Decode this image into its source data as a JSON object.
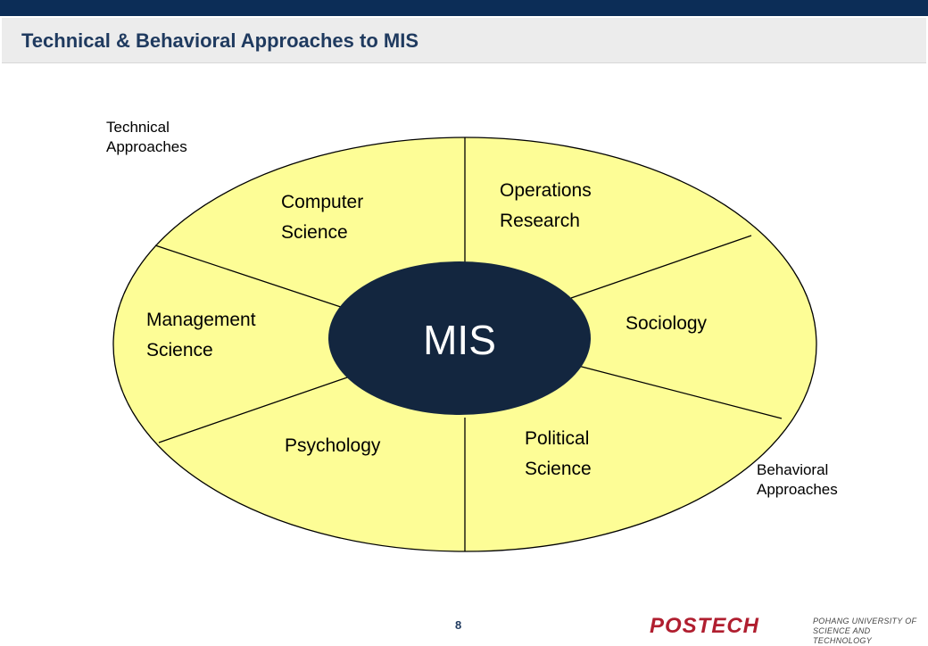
{
  "header": {
    "title": "Technical & Behavioral Approaches to MIS"
  },
  "labels": {
    "technical": [
      "Technical",
      "Approaches"
    ],
    "behavioral": [
      "Behavioral",
      "Approaches"
    ]
  },
  "diagram": {
    "center": "MIS",
    "segments": {
      "computer_science": [
        "Computer",
        "Science"
      ],
      "operations_research": [
        "Operations",
        "Research"
      ],
      "management_science": [
        "Management",
        "Science"
      ],
      "sociology": [
        "Sociology"
      ],
      "psychology": [
        "Psychology"
      ],
      "political_science": [
        "Political",
        "Science"
      ]
    },
    "colors": {
      "segment_fill": "#fdfd96",
      "center_fill": "#13263f",
      "header_bar": "#0c2d57",
      "brand": "#b01e2f"
    }
  },
  "footer": {
    "page_number": "8",
    "logo_word": "POSTECH",
    "logo_sub": [
      "POHANG UNIVERSITY OF",
      "SCIENCE AND TECHNOLOGY"
    ]
  }
}
